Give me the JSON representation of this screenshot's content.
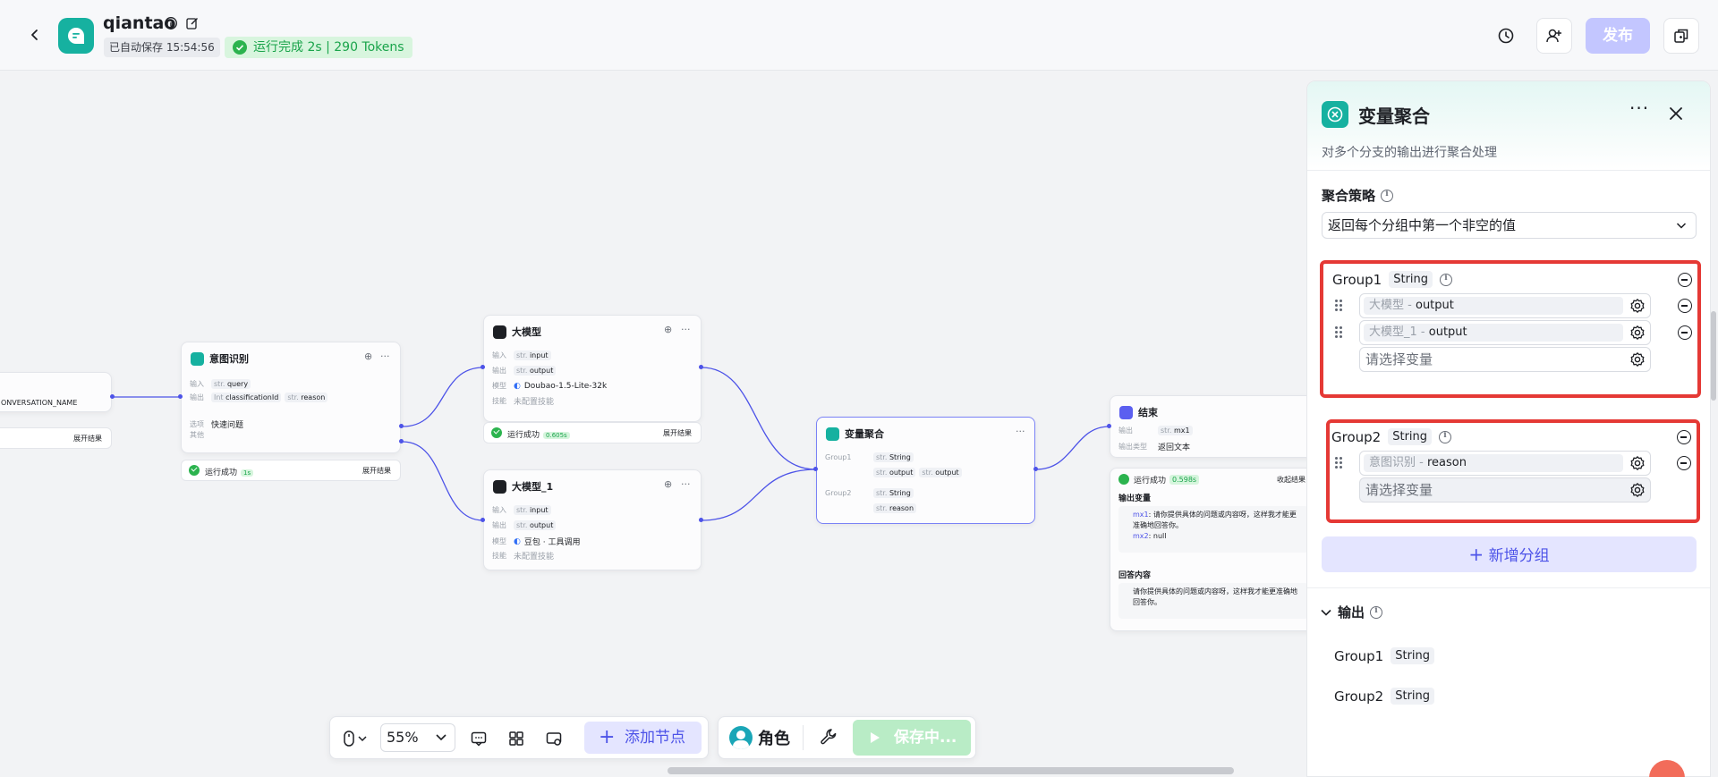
{
  "header": {
    "app_name": "qiantao",
    "autosave": "已自动保存 15:54:56",
    "run_status": "运行完成 2s | 290 Tokens",
    "publish_label": "发布",
    "icons": [
      "back-arrow-icon",
      "app-chat-icon",
      "info-icon",
      "edit-icon",
      "history-icon",
      "add-collaborator-icon",
      "copy-icon"
    ]
  },
  "canvas": {
    "start_node": {
      "label": "ONVERSATION_NAME",
      "expand": "展开结果"
    },
    "intent_node": {
      "title": "意图识别",
      "in_label": "输入",
      "in_tag_type": "str.",
      "in_tag": "query",
      "out_label": "输出",
      "out1_type": "Int",
      "out1": "classificationId",
      "out2_type": "str.",
      "out2": "reason",
      "option_label": "选项",
      "option_value": "快速问题",
      "other_label": "其他",
      "run": "运行成功",
      "run_dur": "1s",
      "expand": "展开结果"
    },
    "llm_node": {
      "title": "大模型",
      "in_label": "输入",
      "in_type": "str.",
      "in_value": "input",
      "out_label": "输出",
      "out_type": "str.",
      "out_value": "output",
      "model_label": "模型",
      "model_value": "Doubao-1.5-Lite-32k",
      "skill_label": "技能",
      "skill_value": "未配置技能",
      "run": "运行成功",
      "run_dur": "0.605s",
      "expand": "展开结果"
    },
    "llm1_node": {
      "title": "大模型_1",
      "in_label": "输入",
      "in_type": "str.",
      "in_value": "input",
      "out_label": "输出",
      "out_type": "str.",
      "out_value": "output",
      "model_label": "模型",
      "model_value": "豆包 · 工具调用",
      "skill_label": "技能",
      "skill_value": "未配置技能"
    },
    "agg_node": {
      "title": "变量聚合",
      "g1_label": "Group1",
      "g1_type_t": "str.",
      "g1_type": "String",
      "g1_v1_t": "str.",
      "g1_v1": "output",
      "g1_v2_t": "str.",
      "g1_v2": "output",
      "g2_label": "Group2",
      "g2_type_t": "str.",
      "g2_type": "String",
      "g2_v1_t": "str.",
      "g2_v1": "reason"
    },
    "end_node": {
      "title": "结束",
      "out_label": "输出",
      "out_type": "str.",
      "out_value": "mx1",
      "out_kind_label": "输出类型",
      "out_kind_value": "返回文本",
      "run": "运行成功",
      "run_dur": "0.598s",
      "collapse": "收起结果",
      "vars_title": "输出变量",
      "mx1_key": "mx1",
      "mx1_value": "请你提供具体的问题或内容呀，这样我才能更准确地回答你。",
      "mx2_key": "mx2",
      "mx2_value": "null",
      "answer_title": "回答内容",
      "answer_value": "请你提供具体的问题或内容呀，这样我才能更准确地回答你。"
    }
  },
  "toolbar": {
    "zoom": "55%",
    "add_node": "添加节点",
    "role": "角色",
    "saving": "保存中..."
  },
  "panel": {
    "title": "变量聚合",
    "description": "对多个分支的输出进行聚合处理",
    "strategy_label": "聚合策略",
    "strategy_value": "返回每个分组中第一个非空的值",
    "group1": {
      "name": "Group1",
      "type": "String",
      "vars": [
        {
          "source": "大模型",
          "name": "output"
        },
        {
          "source": "大模型_1",
          "name": "output"
        }
      ],
      "placeholder": "请选择变量"
    },
    "group2": {
      "name": "Group2",
      "type": "String",
      "vars": [
        {
          "source": "意图识别",
          "name": "reason"
        }
      ],
      "placeholder": "请选择变量"
    },
    "add_group": "新增分组",
    "output_label": "输出",
    "outputs": [
      {
        "name": "Group1",
        "type": "String"
      },
      {
        "name": "Group2",
        "type": "String"
      }
    ]
  },
  "colors": {
    "accent": "#4d53e8",
    "brand_teal": "#16b1a0",
    "highlight_border": "#e53935",
    "success": "#1aa44b"
  }
}
